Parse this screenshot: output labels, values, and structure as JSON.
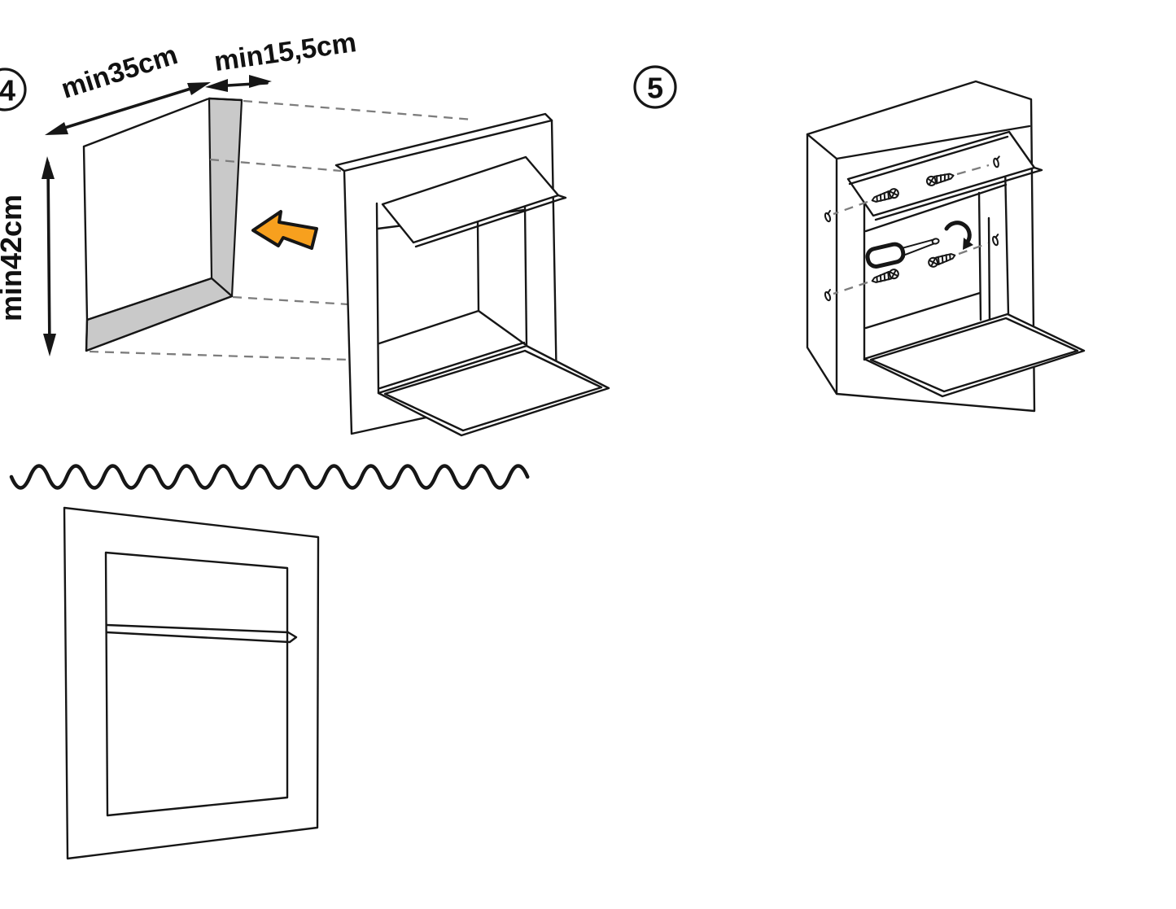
{
  "steps": [
    {
      "number": "4"
    },
    {
      "number": "5"
    }
  ],
  "dimensions": {
    "width": {
      "label": "min35cm"
    },
    "depth": {
      "label": "min15,5cm"
    },
    "height": {
      "label": "min42cm"
    }
  },
  "colors": {
    "accent_orange": "#F7A01E",
    "shade_gray": "#C9C9C9",
    "dash_gray": "#7D7D7D",
    "line_black": "#161616"
  },
  "icons": {
    "insert_arrow": "block-arrow-left",
    "screw": "screw",
    "screw_hole": "screw-hole",
    "screwdriver": "screwdriver",
    "rotate": "rotate-clockwise-arrow",
    "separator": "wavy-line"
  }
}
